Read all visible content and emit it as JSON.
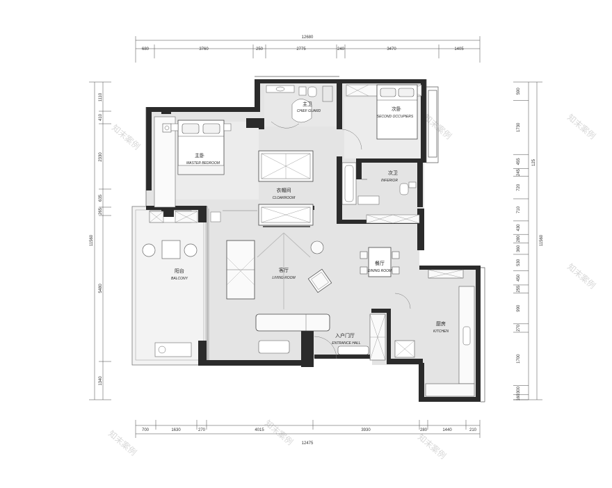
{
  "dimensions": {
    "top_total": "12680",
    "top_segments": [
      "680",
      "3760",
      "250",
      "2775",
      "240",
      "3470",
      "1405"
    ],
    "bottom_total": "12475",
    "bottom_segments": [
      "700",
      "1630",
      "270",
      "4015",
      "3930",
      "280",
      "1440",
      "210"
    ],
    "left_total": "11560",
    "left_segments": [
      "1110",
      "410",
      "2330",
      "635",
      "265",
      "5480",
      "1340"
    ],
    "right_total": "11560",
    "right_segments": [
      "590",
      "1730",
      "455",
      "245",
      "720",
      "710",
      "430",
      "280",
      "360",
      "530",
      "450",
      "255",
      "990",
      "270",
      "1700",
      "300",
      "160"
    ],
    "right_inner": "125"
  },
  "rooms": {
    "master_bedroom": {
      "cn": "主卧",
      "en": "MASTER BEDROOM"
    },
    "master_bath": {
      "cn": "主卫",
      "en": "CHIEF GUARD"
    },
    "second_bedroom": {
      "cn": "次卧",
      "en": "SECOND OCCUPIERS"
    },
    "second_bath": {
      "cn": "次卫",
      "en": "INFERIOR"
    },
    "cloakroom": {
      "cn": "衣帽间",
      "en": "CLOAKROOM"
    },
    "living_room": {
      "cn": "客厅",
      "en": "LIVING ROOM"
    },
    "dining_room": {
      "cn": "餐厅",
      "en": "DINING ROOM"
    },
    "balcony": {
      "cn": "阳台",
      "en": "BALCONY"
    },
    "kitchen": {
      "cn": "厨房",
      "en": "KITCHEN"
    },
    "entrance": {
      "cn": "入户门厅",
      "en": "ENTRANCE HALL"
    }
  },
  "watermark": "知末案例",
  "colors": {
    "wall": "#2b2b2b",
    "floor": "#e4e4e4",
    "furniture": "#fafafa",
    "line": "#555555"
  }
}
